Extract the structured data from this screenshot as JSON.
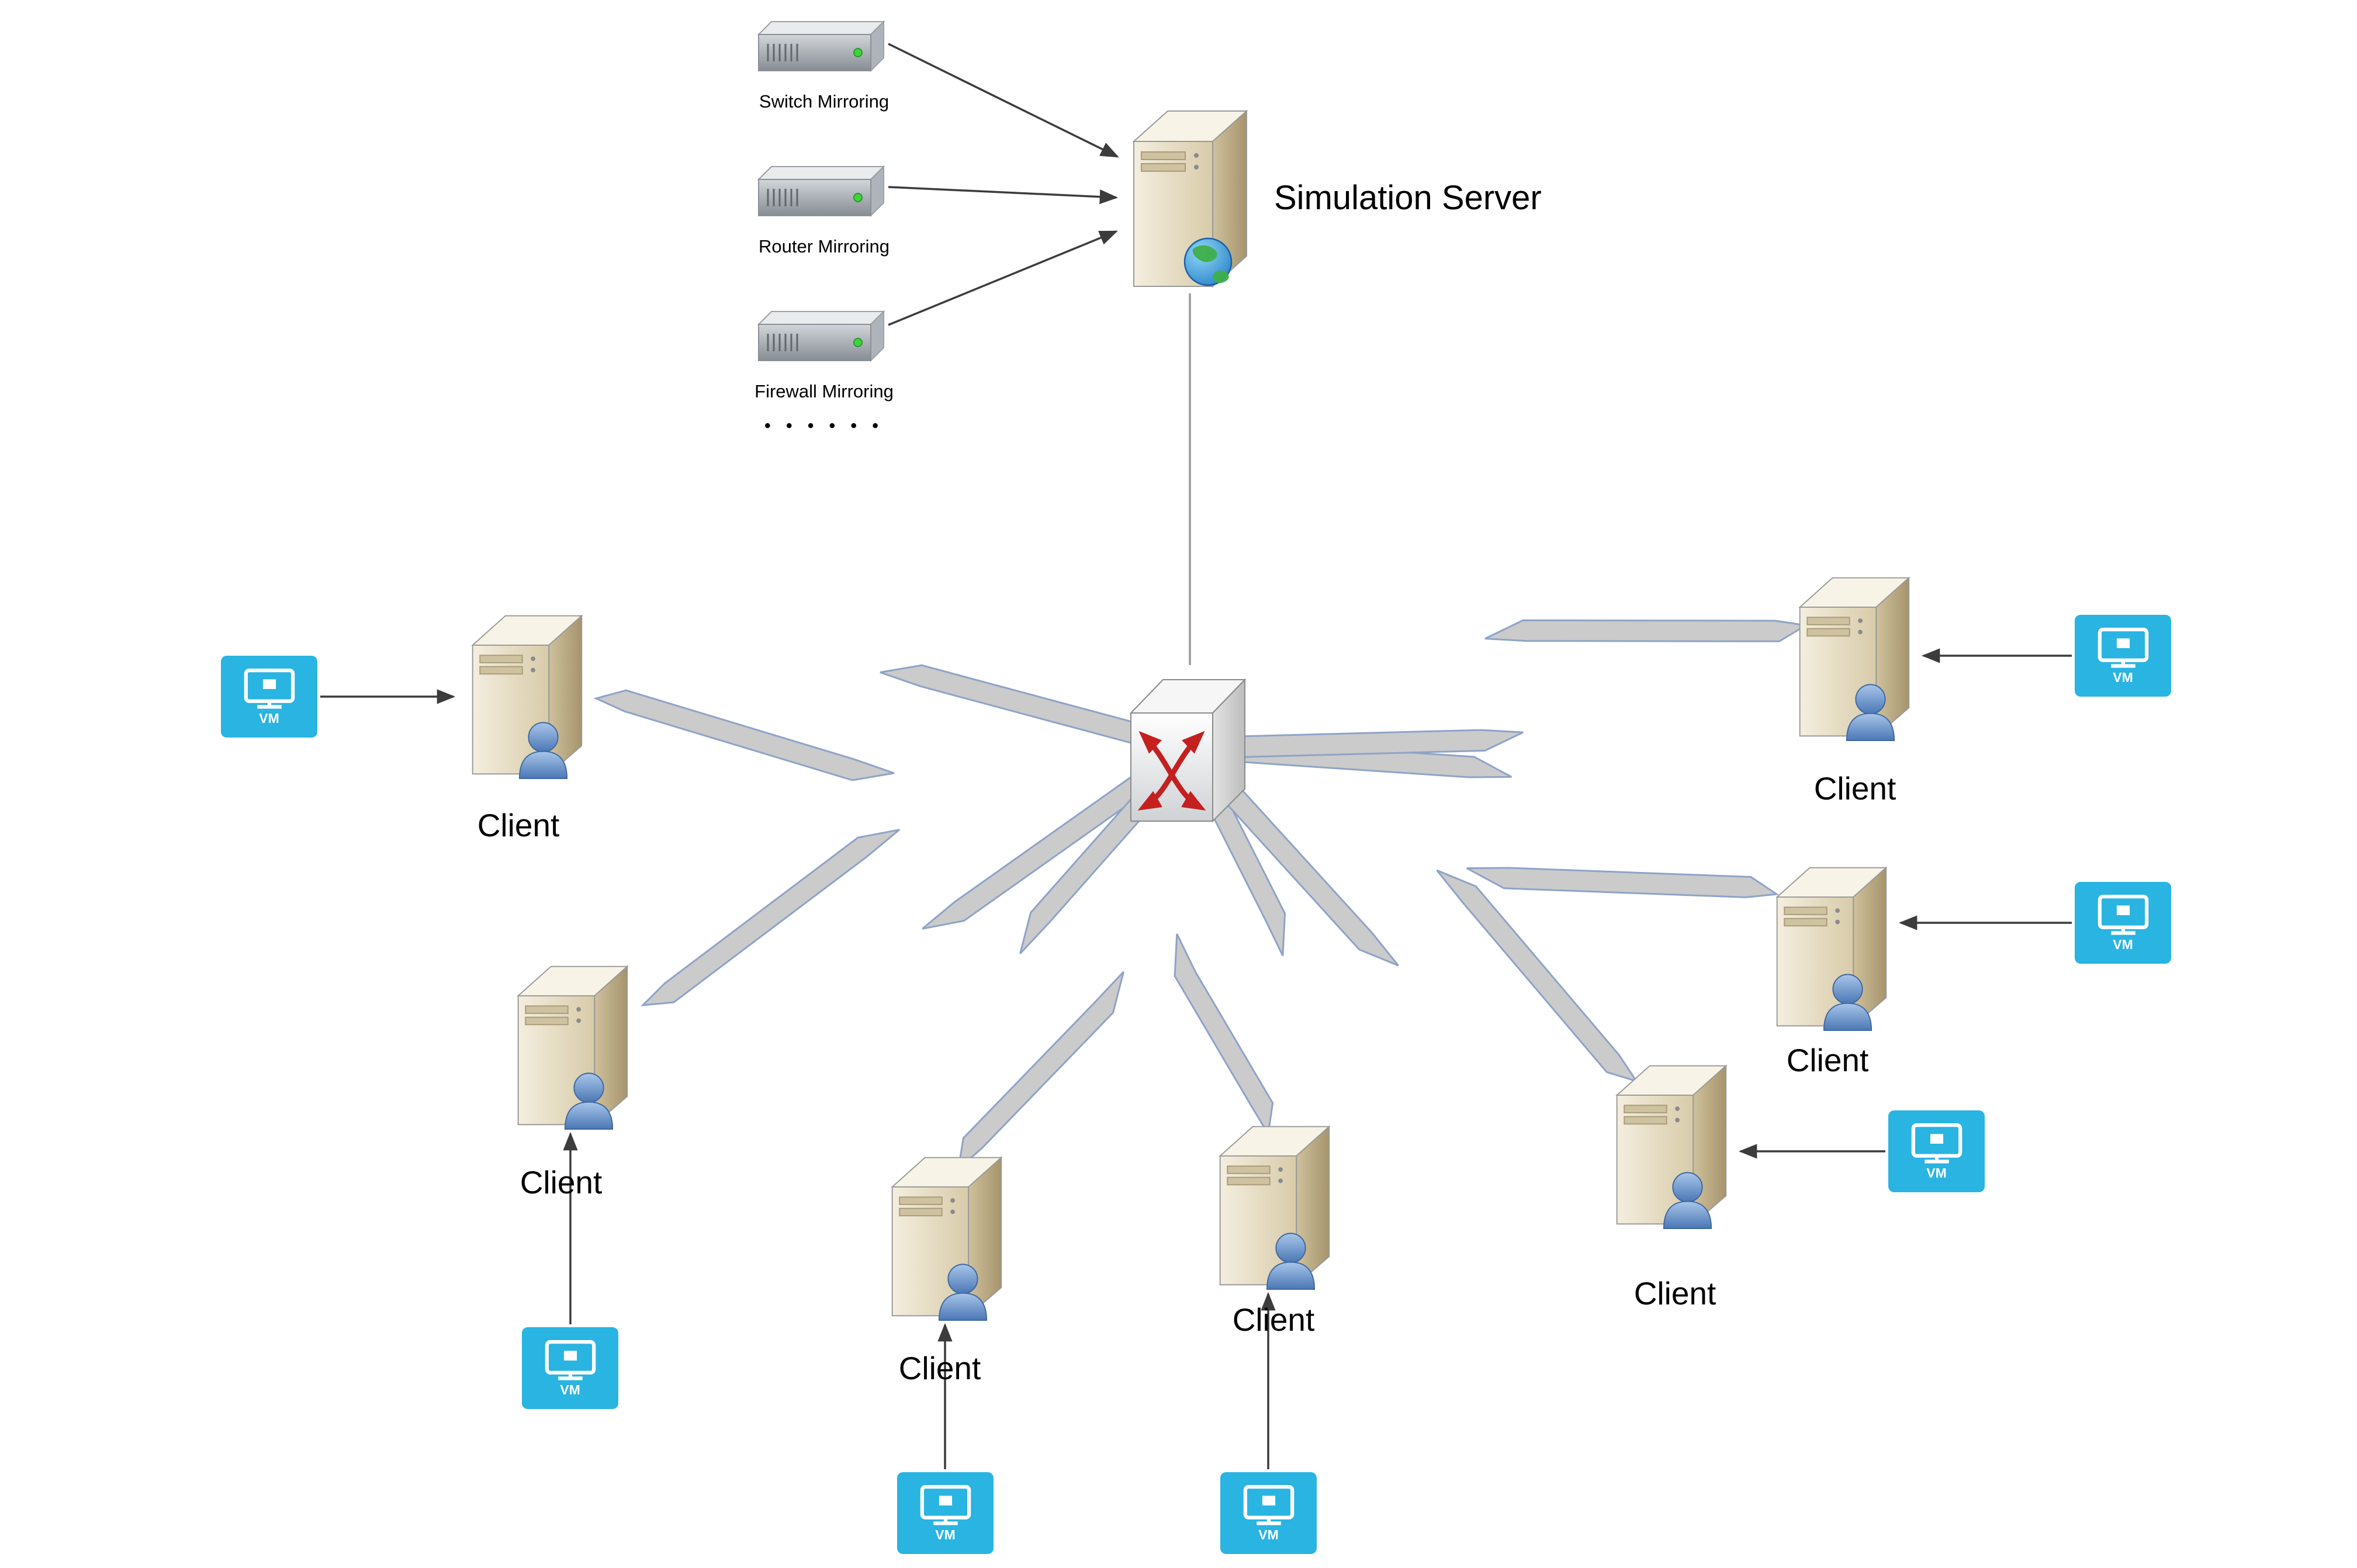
{
  "diagram": {
    "mirroring_devices": [
      {
        "label": "Switch Mirroring"
      },
      {
        "label": "Router Mirroring"
      },
      {
        "label": "Firewall Mirroring"
      }
    ],
    "more_devices_ellipsis": "• • • • • •",
    "simulation_server": {
      "label": "Simulation Server"
    },
    "clients": [
      {
        "label": "Client",
        "vm_label": "VM"
      },
      {
        "label": "Client",
        "vm_label": "VM"
      },
      {
        "label": "Client",
        "vm_label": "VM"
      },
      {
        "label": "Client",
        "vm_label": "VM"
      },
      {
        "label": "Client",
        "vm_label": "VM"
      },
      {
        "label": "Client",
        "vm_label": "VM"
      },
      {
        "label": "Client",
        "vm_label": "VM"
      }
    ],
    "colors": {
      "vm_tile": "#29b4e2",
      "lightning_fill": "#cbcbcb",
      "lightning_outline": "#8fa3c8",
      "switch_arrows": "#c42020",
      "led_green": "#3ed43e",
      "tower_front": "#ede6d2",
      "background": "#ffffff"
    }
  }
}
